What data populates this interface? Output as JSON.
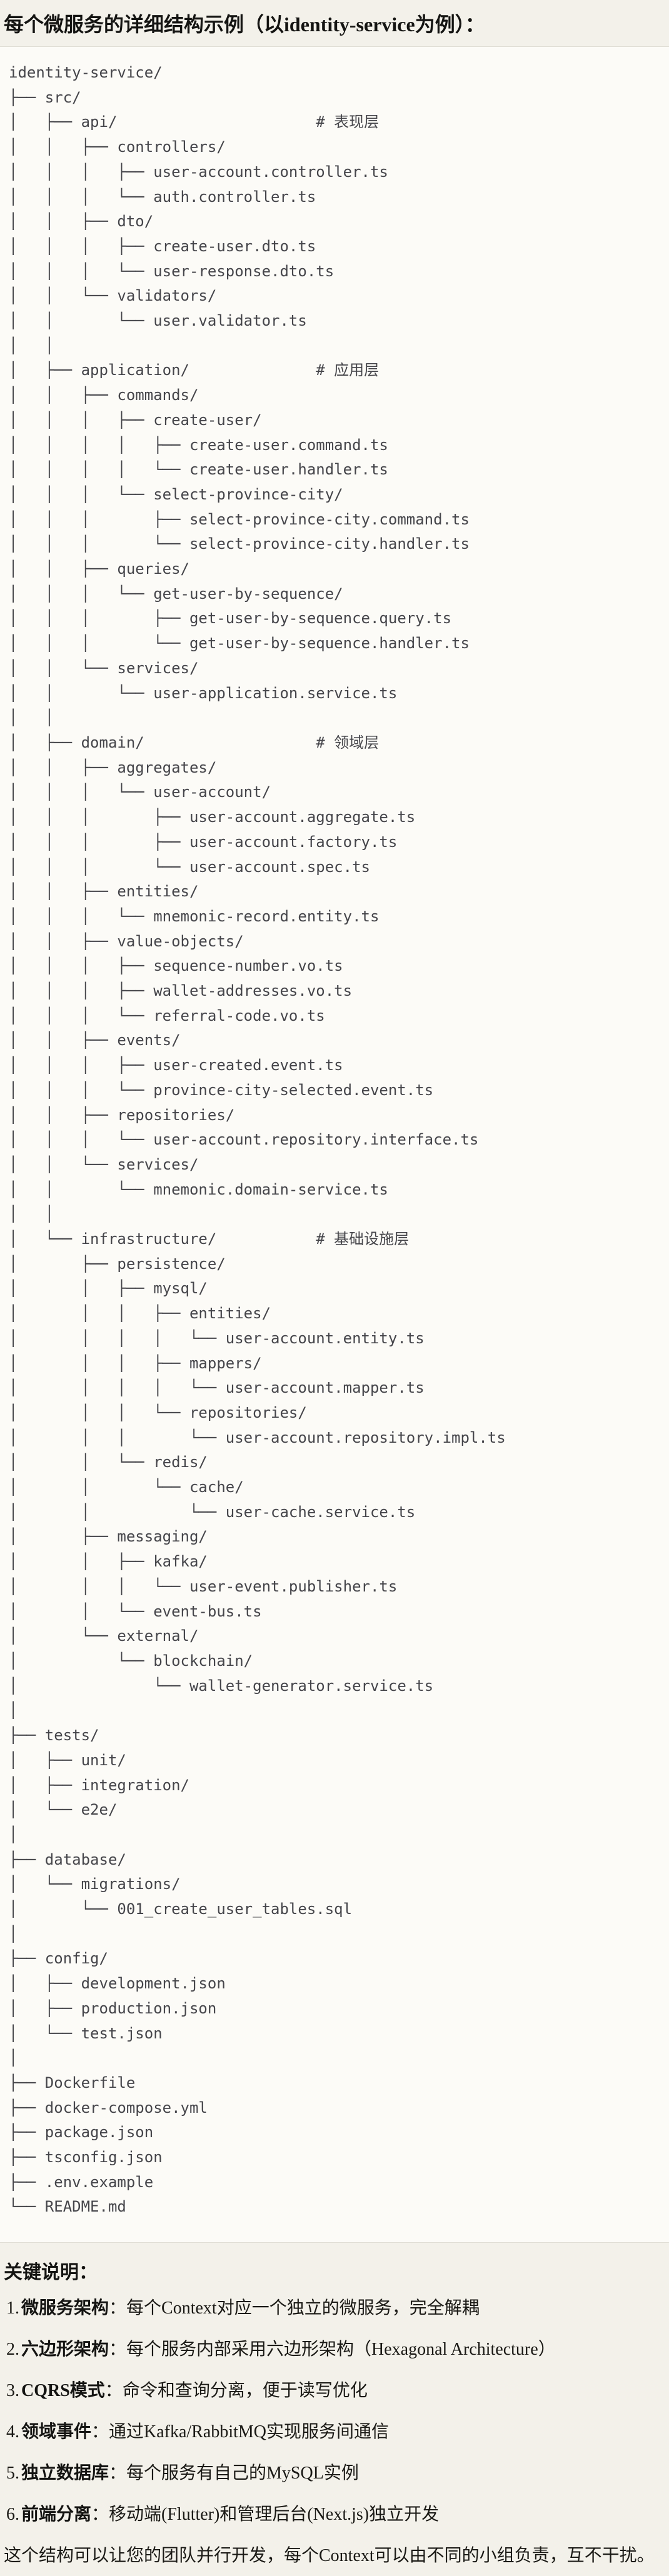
{
  "page": {
    "title": "每个微服务的详细结构示例（以identity-service为例）：",
    "tree": {
      "lines": [
        "identity-service/",
        "├── src/",
        "│   ├── api/                      # 表现层",
        "│   │   ├── controllers/",
        "│   │   │   ├── user-account.controller.ts",
        "│   │   │   └── auth.controller.ts",
        "│   │   ├── dto/",
        "│   │   │   ├── create-user.dto.ts",
        "│   │   │   └── user-response.dto.ts",
        "│   │   └── validators/",
        "│   │       └── user.validator.ts",
        "│   │",
        "│   ├── application/              # 应用层",
        "│   │   ├── commands/",
        "│   │   │   ├── create-user/",
        "│   │   │   │   ├── create-user.command.ts",
        "│   │   │   │   └── create-user.handler.ts",
        "│   │   │   └── select-province-city/",
        "│   │   │       ├── select-province-city.command.ts",
        "│   │   │       └── select-province-city.handler.ts",
        "│   │   ├── queries/",
        "│   │   │   └── get-user-by-sequence/",
        "│   │   │       ├── get-user-by-sequence.query.ts",
        "│   │   │       └── get-user-by-sequence.handler.ts",
        "│   │   └── services/",
        "│   │       └── user-application.service.ts",
        "│   │",
        "│   ├── domain/                   # 领域层",
        "│   │   ├── aggregates/",
        "│   │   │   └── user-account/",
        "│   │   │       ├── user-account.aggregate.ts",
        "│   │   │       ├── user-account.factory.ts",
        "│   │   │       └── user-account.spec.ts",
        "│   │   ├── entities/",
        "│   │   │   └── mnemonic-record.entity.ts",
        "│   │   ├── value-objects/",
        "│   │   │   ├── sequence-number.vo.ts",
        "│   │   │   ├── wallet-addresses.vo.ts",
        "│   │   │   └── referral-code.vo.ts",
        "│   │   ├── events/",
        "│   │   │   ├── user-created.event.ts",
        "│   │   │   └── province-city-selected.event.ts",
        "│   │   ├── repositories/",
        "│   │   │   └── user-account.repository.interface.ts",
        "│   │   └── services/",
        "│   │       └── mnemonic.domain-service.ts",
        "│   │",
        "│   └── infrastructure/           # 基础设施层",
        "│       ├── persistence/",
        "│       │   ├── mysql/",
        "│       │   │   ├── entities/",
        "│       │   │   │   └── user-account.entity.ts",
        "│       │   │   ├── mappers/",
        "│       │   │   │   └── user-account.mapper.ts",
        "│       │   │   └── repositories/",
        "│       │   │       └── user-account.repository.impl.ts",
        "│       │   └── redis/",
        "│       │       └── cache/",
        "│       │           └── user-cache.service.ts",
        "│       ├── messaging/",
        "│       │   ├── kafka/",
        "│       │   │   └── user-event.publisher.ts",
        "│       │   └── event-bus.ts",
        "│       └── external/",
        "│           └── blockchain/",
        "│               └── wallet-generator.service.ts",
        "│",
        "├── tests/",
        "│   ├── unit/",
        "│   ├── integration/",
        "│   └── e2e/",
        "│",
        "├── database/",
        "│   └── migrations/",
        "│       └── 001_create_user_tables.sql",
        "│",
        "├── config/",
        "│   ├── development.json",
        "│   ├── production.json",
        "│   └── test.json",
        "│",
        "├── Dockerfile",
        "├── docker-compose.yml",
        "├── package.json",
        "├── tsconfig.json",
        "├── .env.example",
        "└── README.md"
      ]
    },
    "notes": {
      "heading": "关键说明：",
      "items": [
        {
          "num": "1.",
          "label": "微服务架构",
          "sep": "：",
          "text": "每个Context对应一个独立的微服务，完全解耦"
        },
        {
          "num": "2.",
          "label": "六边形架构",
          "sep": "：",
          "text": "每个服务内部采用六边形架构（Hexagonal Architecture）"
        },
        {
          "num": "3.",
          "label": "CQRS模式",
          "sep": "：",
          "text": "命令和查询分离，便于读写优化"
        },
        {
          "num": "4.",
          "label": "领域事件",
          "sep": "：",
          "text": "通过Kafka/RabbitMQ实现服务间通信"
        },
        {
          "num": "5.",
          "label": "独立数据库",
          "sep": "：",
          "text": "每个服务有自己的MySQL实例"
        },
        {
          "num": "6.",
          "label": "前端分离",
          "sep": "：",
          "text": "移动端(Flutter)和管理后台(Next.js)独立开发"
        }
      ],
      "footer": "这个结构可以让您的团队并行开发，每个Context可以由不同的小组负责，互不干扰。"
    },
    "colors": {
      "page_background": "#F3F1EA",
      "code_background": "#FCFBF7",
      "code_border": "#E0DED5",
      "code_text": "#45454A",
      "body_text": "#1A1915"
    }
  }
}
